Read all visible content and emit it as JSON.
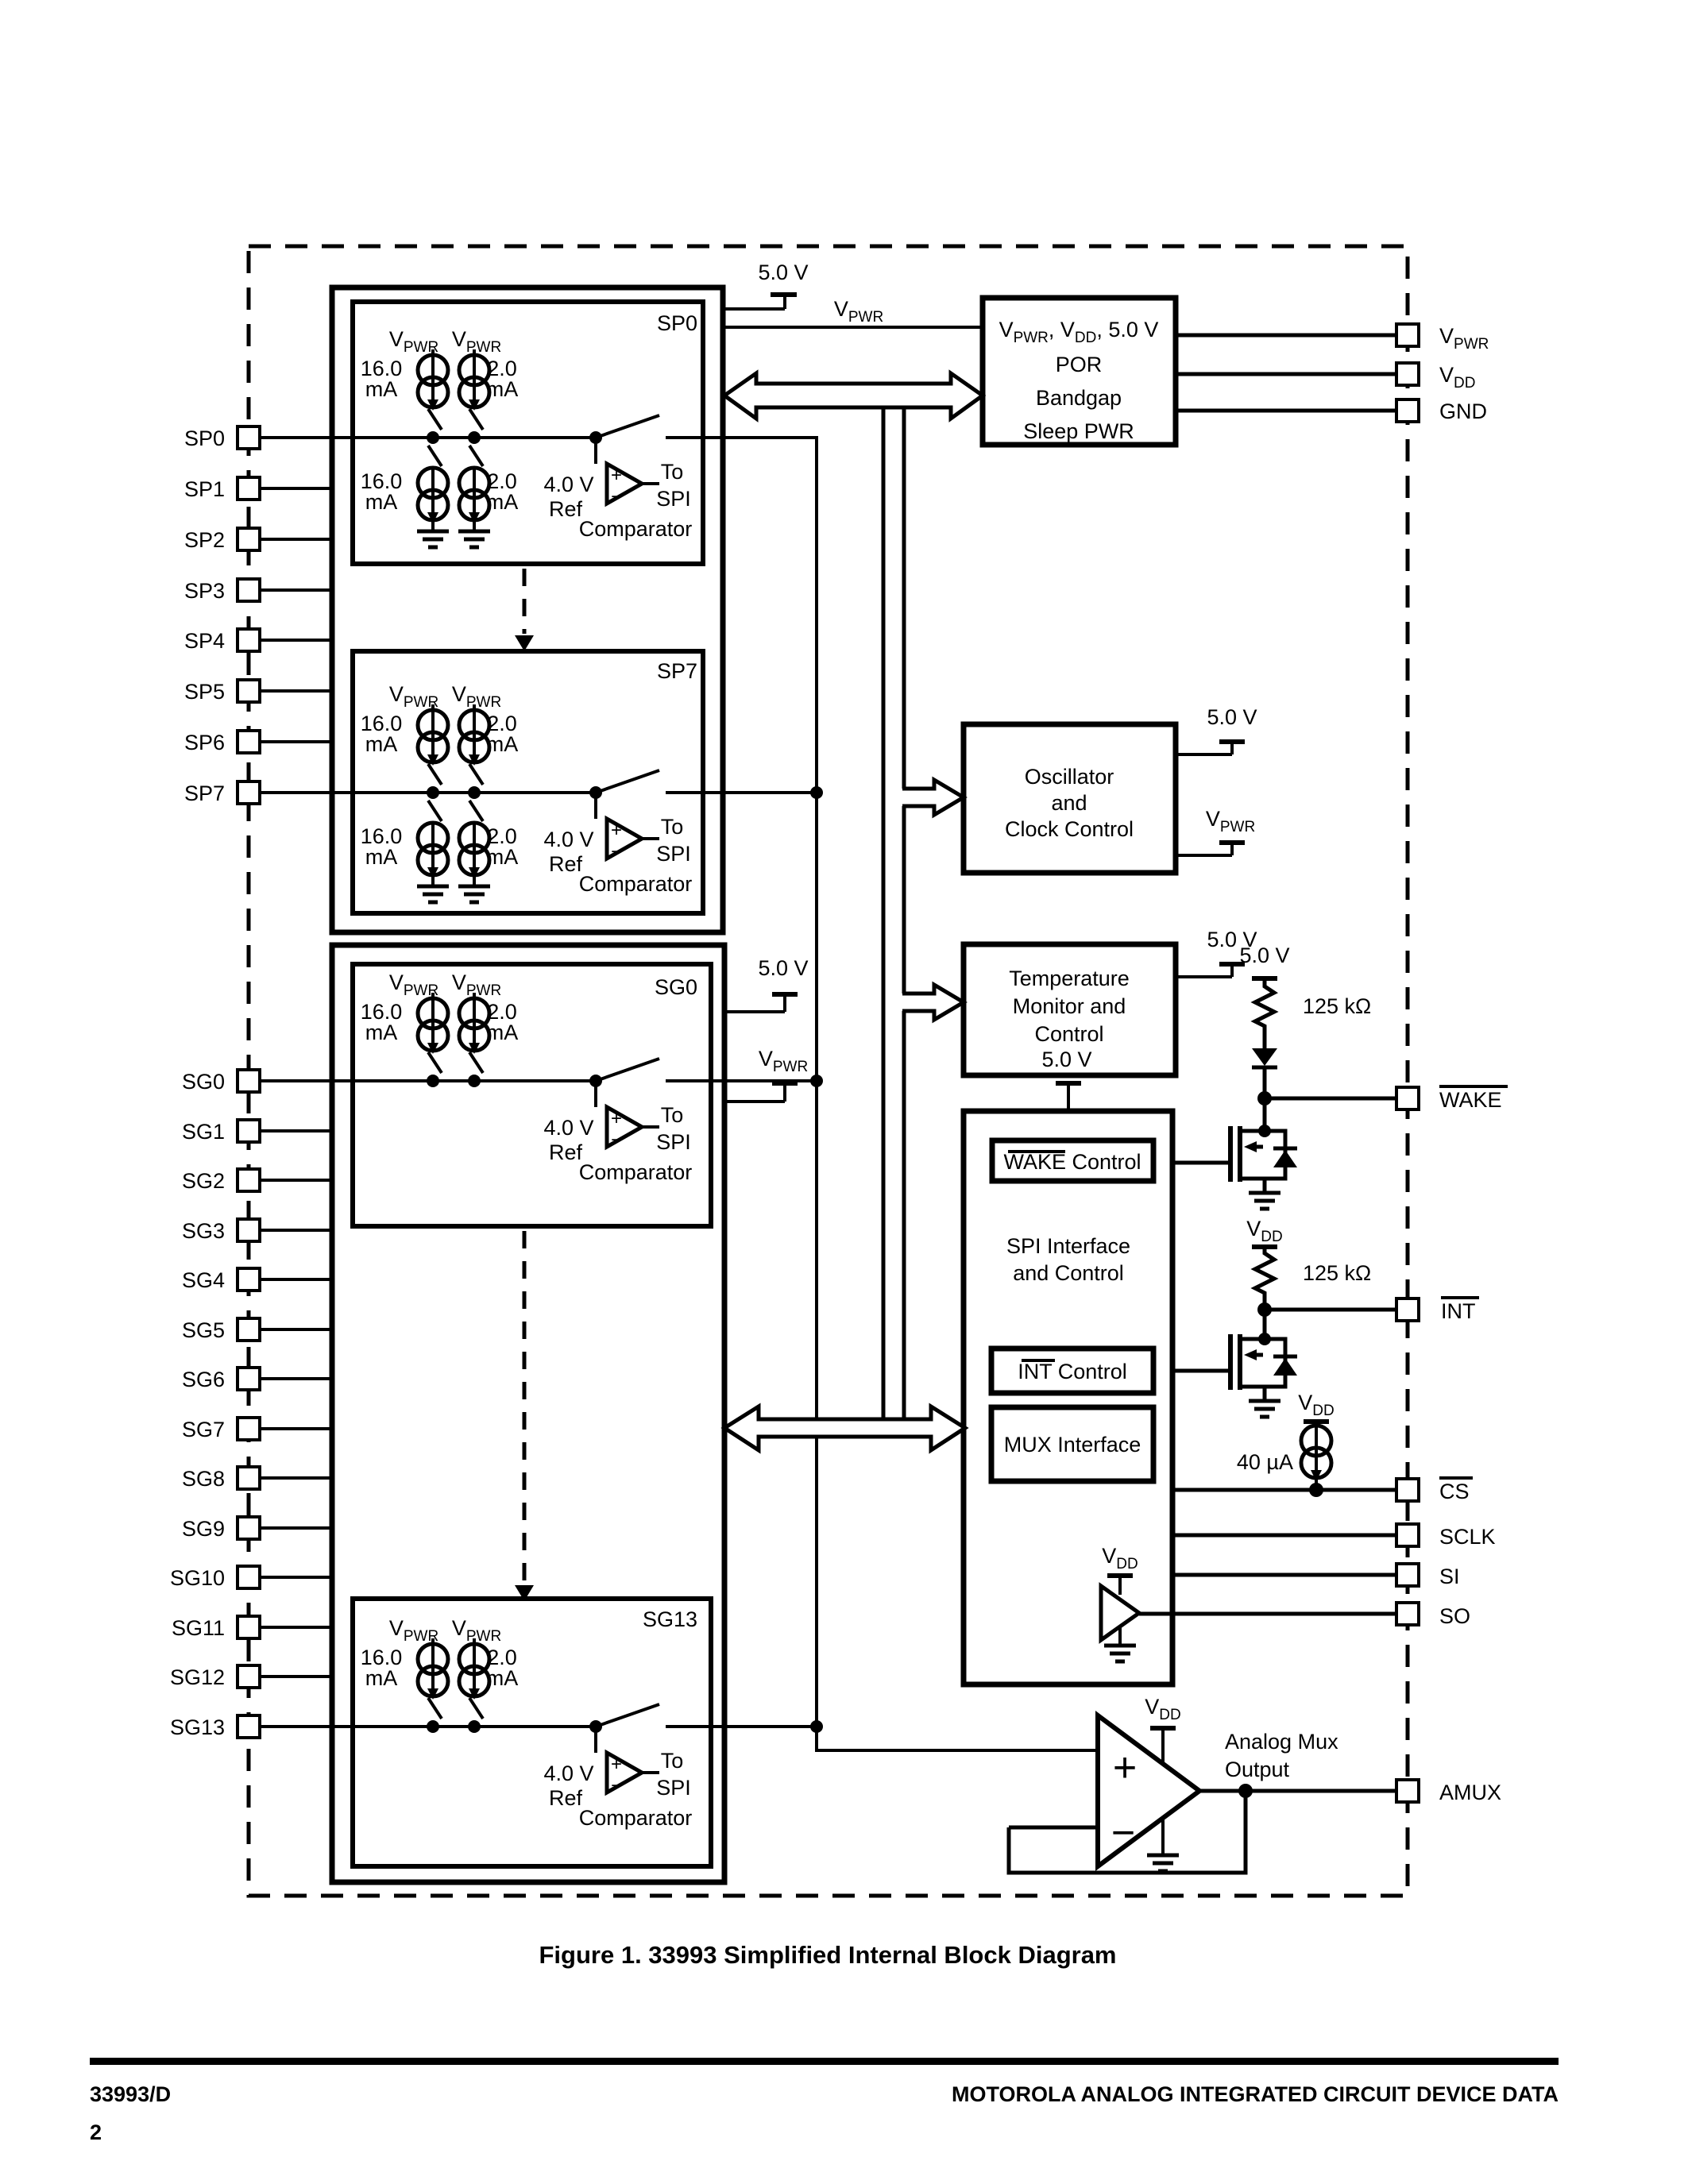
{
  "page": {
    "caption": "Figure 1. 33993 Simplified Internal Block Diagram",
    "footer_left": "33993/D",
    "footer_page": "2",
    "footer_right": "MOTOROLA ANALOG INTEGRATED CIRCUIT DEVICE DATA"
  },
  "colors": {
    "ink": "#000000",
    "paper": "#ffffff"
  },
  "pins_left": [
    "SP0",
    "SP1",
    "SP2",
    "SP3",
    "SP4",
    "SP5",
    "SP6",
    "SP7",
    "SG0",
    "SG1",
    "SG2",
    "SG3",
    "SG4",
    "SG5",
    "SG6",
    "SG7",
    "SG8",
    "SG9",
    "SG10",
    "SG11",
    "SG12",
    "SG13"
  ],
  "pins_right": {
    "v": "V",
    "pwr_sub": "PWR",
    "dd_sub": "DD",
    "gnd": "GND",
    "wake": "WAKE",
    "int": "INT",
    "cs": "CS",
    "sclk": "SCLK",
    "si": "SI",
    "so": "SO",
    "amux": "AMUX"
  },
  "supply": {
    "v50": "5.0 V",
    "v": "V",
    "pwr": "PWR",
    "dd": "DD",
    "r125": "125 kΩ",
    "i40": "40 µA"
  },
  "cell": {
    "vpwr_v": "V",
    "vpwr_sub": "PWR",
    "i16": "16.0",
    "i2": "2.0",
    "ma": "mA",
    "ref1": "4.0 V",
    "ref2": "Ref",
    "to": "To",
    "spi": "SPI",
    "comp": "Comparator",
    "plus": "+",
    "minus": "−",
    "sp0": "SP0",
    "sp7": "SP7",
    "sg0": "SG0",
    "sg13": "SG13"
  },
  "por": {
    "t1a": "V",
    "t1b": "PWR",
    "t1c": ", V",
    "t1d": "DD",
    "t1e": ", 5.0 V",
    "l2": "POR",
    "l3": "Bandgap",
    "l4": "Sleep PWR"
  },
  "osc": {
    "l1": "Oscillator",
    "l2": "and",
    "l3": "Clock Control"
  },
  "temp": {
    "l1": "Temperature",
    "l2": "Monitor and",
    "l3": "Control"
  },
  "spiblk": {
    "l1": "SPI Interface",
    "l2": "and Control",
    "wake": "WAKE",
    "wake2": " Control",
    "int": "INT",
    "int2": " Control",
    "mux": "MUX Interface"
  },
  "amux": {
    "l1": "Analog Mux",
    "l2": "Output",
    "plus": "+",
    "minus": "−"
  }
}
